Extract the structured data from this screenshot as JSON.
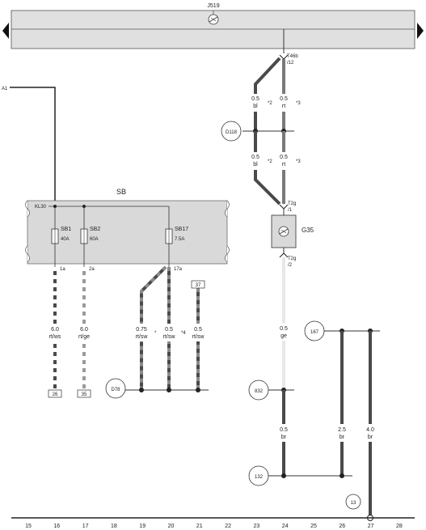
{
  "header": {
    "component": "J519"
  },
  "nav": {
    "left_arrow": "arrow-left",
    "right_arrow": "arrow-right"
  },
  "edge_ref": "A1",
  "fuse_box": {
    "title": "SB",
    "bus": "KL30",
    "fuses": [
      {
        "name": "SB1",
        "rating": "40A",
        "pin": "1a"
      },
      {
        "name": "SB2",
        "rating": "60A",
        "pin": "2a"
      },
      {
        "name": "SB17",
        "rating": "7.5A",
        "pin": "17a"
      }
    ]
  },
  "connectors": {
    "t46b": "T46b",
    "t46b_pin": "/12",
    "t2g_top": "T2g",
    "t2g_top_pin": "/1",
    "t2g_bot": "T2g",
    "t2g_bot_pin": "/2"
  },
  "sensor": {
    "name": "G35"
  },
  "wires": {
    "bl_upper": {
      "size": "0.5",
      "color": "bl",
      "note": "*2"
    },
    "rt_upper": {
      "size": "0.5",
      "color": "rt",
      "note": "*3"
    },
    "bl_lower": {
      "size": "0.5",
      "color": "bl",
      "note": "*2"
    },
    "rt_lower": {
      "size": "0.5",
      "color": "rt",
      "note": "*3"
    },
    "rtws": {
      "size": "6.0",
      "color": "rt/ws"
    },
    "rtge": {
      "size": "6.0",
      "color": "rt/ge"
    },
    "rtsw_a": {
      "size": "0.75",
      "color": "rt/sw",
      "note": "*"
    },
    "rtsw_b": {
      "size": "0.5",
      "color": "rt/sw",
      "note": "*4"
    },
    "rtsw_c": {
      "size": "0.5",
      "color": "rt/sw"
    },
    "ge": {
      "size": "0.5",
      "color": "ge"
    },
    "br_a": {
      "size": "0.5",
      "color": "br"
    },
    "br_b": {
      "size": "2.5",
      "color": "br"
    },
    "br_c": {
      "size": "4.0",
      "color": "br"
    }
  },
  "refs": {
    "ref26": "26",
    "ref35": "35",
    "ref37": "37"
  },
  "grounds": {
    "d118": "D118",
    "d78": "D78",
    "g832": "832",
    "g167": "167",
    "g132": "132",
    "g13": "13"
  },
  "columns": [
    "15",
    "16",
    "17",
    "18",
    "19",
    "20",
    "21",
    "22",
    "23",
    "24",
    "25",
    "26",
    "27",
    "28"
  ],
  "colors": {
    "dark_wire": "#4a4a4a",
    "mid_wire": "#7a7a7a",
    "light_wire": "#e8e8e8",
    "fuse_box": "#d9d9d9",
    "header_bar": "#e0e0e0"
  }
}
